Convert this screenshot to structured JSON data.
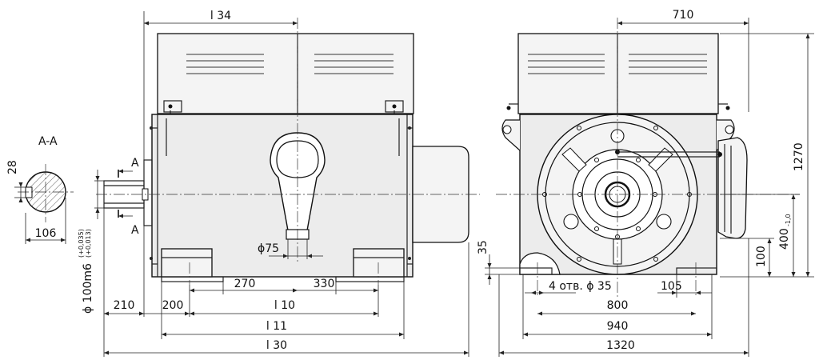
{
  "section_label": "A-A",
  "section_marker": "A",
  "dims_left": {
    "l34": "l 34",
    "d28": "28",
    "d106": "106",
    "shaft_prefix": "ϕ 100m6",
    "shaft_tol_upper": "(+0,035)",
    "shaft_tol_lower": "(+0,013)",
    "d210": "210",
    "d200": "200",
    "d270": "270",
    "d330": "330",
    "d75": "ϕ75",
    "l10": "l 10",
    "l11": "l 11",
    "l30": "l 30"
  },
  "dims_right": {
    "d710": "710",
    "d1270": "1270",
    "d400": "400",
    "d400_tol": "-1,0",
    "d100": "100",
    "d35v": "35",
    "holes": "4 отв. ϕ 35",
    "d105": "105",
    "d800": "800",
    "d940": "940",
    "d1320": "1320"
  }
}
